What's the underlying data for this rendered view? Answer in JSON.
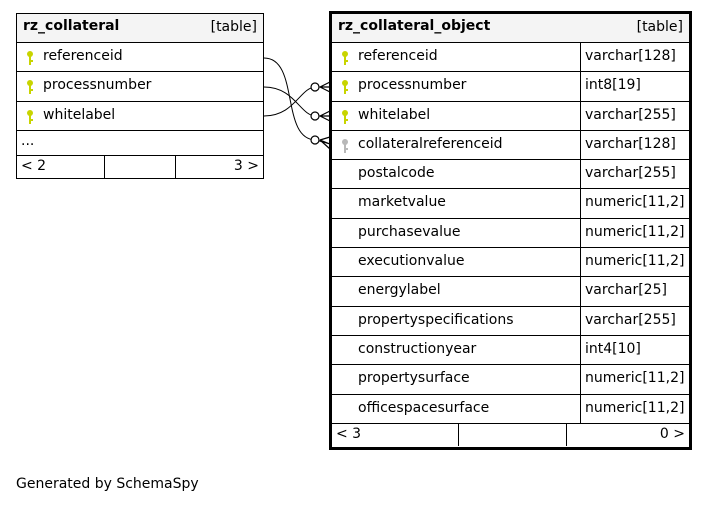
{
  "tables": {
    "collateral": {
      "name": "rz_collateral",
      "type": "[table]",
      "columns": [
        {
          "name": "referenceid",
          "key": "primary"
        },
        {
          "name": "processnumber",
          "key": "primary"
        },
        {
          "name": "whitelabel",
          "key": "primary"
        }
      ],
      "ellipsis": "...",
      "footer": {
        "left": "< 2",
        "right": "3 >"
      }
    },
    "collateral_object": {
      "name": "rz_collateral_object",
      "type": "[table]",
      "columns": [
        {
          "name": "referenceid",
          "datatype": "varchar[128]",
          "key": "primary"
        },
        {
          "name": "processnumber",
          "datatype": "int8[19]",
          "key": "primary"
        },
        {
          "name": "whitelabel",
          "datatype": "varchar[255]",
          "key": "primary"
        },
        {
          "name": "collateralreferenceid",
          "datatype": "varchar[128]",
          "key": "foreign"
        },
        {
          "name": "postalcode",
          "datatype": "varchar[255]",
          "key": "none"
        },
        {
          "name": "marketvalue",
          "datatype": "numeric[11,2]",
          "key": "none"
        },
        {
          "name": "purchasevalue",
          "datatype": "numeric[11,2]",
          "key": "none"
        },
        {
          "name": "executionvalue",
          "datatype": "numeric[11,2]",
          "key": "none"
        },
        {
          "name": "energylabel",
          "datatype": "varchar[25]",
          "key": "none"
        },
        {
          "name": "propertyspecifications",
          "datatype": "varchar[255]",
          "key": "none"
        },
        {
          "name": "constructionyear",
          "datatype": "int4[10]",
          "key": "none"
        },
        {
          "name": "propertysurface",
          "datatype": "numeric[11,2]",
          "key": "none"
        },
        {
          "name": "officespacesurface",
          "datatype": "numeric[11,2]",
          "key": "none"
        }
      ],
      "footer": {
        "left": "< 3",
        "right": "0 >"
      }
    }
  },
  "colors": {
    "primary_key": "#c8d400",
    "foreign_key": "#b8b8b8",
    "header_bg": "#f4f4f4"
  },
  "generated_by": "Generated by SchemaSpy"
}
